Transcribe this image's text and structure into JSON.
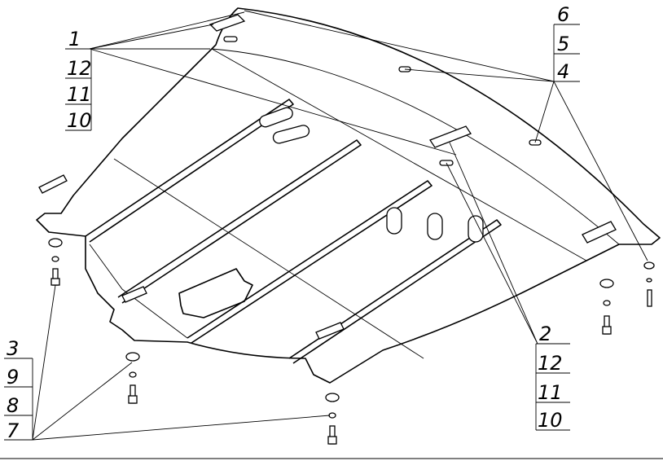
{
  "callouts": {
    "top_left": [
      "1",
      "12",
      "11",
      "10"
    ],
    "top_right": [
      "6",
      "5",
      "4"
    ],
    "bottom_right": [
      "2",
      "12",
      "11",
      "10"
    ],
    "bottom_left": [
      "3",
      "9",
      "8",
      "7"
    ]
  }
}
